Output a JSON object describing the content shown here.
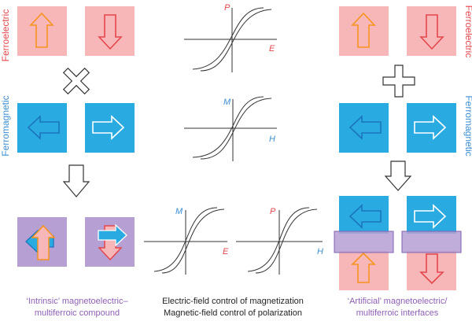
{
  "labels": {
    "ferroelectric": "Ferroelectric",
    "ferromagnetic": "Ferromagnetic",
    "axis_P": "P",
    "axis_E": "E",
    "axis_M": "M",
    "axis_H": "H"
  },
  "captions": {
    "left_line1": "‘Intrinsic’ magnetoelectric–",
    "left_line2": "multiferroic compound",
    "center_line1": "Electric-field control of magnetization",
    "center_line2": "Magnetic-field control of polarization",
    "right_line1": "‘Artificial’ magnetoelectric/",
    "right_line2": "multiferroic interfaces"
  },
  "colors": {
    "ferroelectric_fill": "#f7b7b8",
    "ferroelectric_text": "#e4474c",
    "ferromagnetic_fill": "#29abe2",
    "ferromagnetic_text": "#3b8fd3",
    "multiferroic_fill": "#b69fd2",
    "caption_purple": "#8e5fb5",
    "arrow_orange": "#f7941d",
    "arrow_red": "#e4474c",
    "arrow_blue": "#1b75bc"
  },
  "symbols": {
    "left_operator": "multiply-cross",
    "right_operator": "plus-cross",
    "flow": "down-arrow"
  }
}
